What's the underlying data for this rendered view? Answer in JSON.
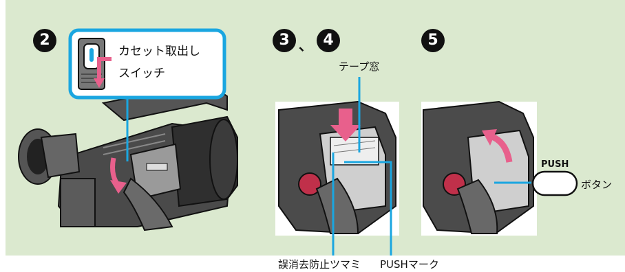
{
  "steps": {
    "s2": "2",
    "s3": "3",
    "s4": "4",
    "s5": "5",
    "separator": "、"
  },
  "labels": {
    "eject_switch_line1": "カセット取出し",
    "eject_switch_line2": "スイッチ",
    "tape_window": "テープ窓",
    "erase_protect_tab": "誤消去防止ツマミ",
    "push_mark": "PUSHマーク",
    "push_text": "PUSH",
    "button": "ボタン"
  },
  "colors": {
    "panel": "#dbe9cf",
    "callout_blue": "#1aa6e0",
    "arrow_pink": "#e8608c",
    "camera_dark": "#3a3a3a"
  },
  "icons": [
    "eject-switch-icon",
    "down-arrow-icon",
    "camcorder-icon",
    "open-arrow-icon",
    "push-button-icon"
  ]
}
